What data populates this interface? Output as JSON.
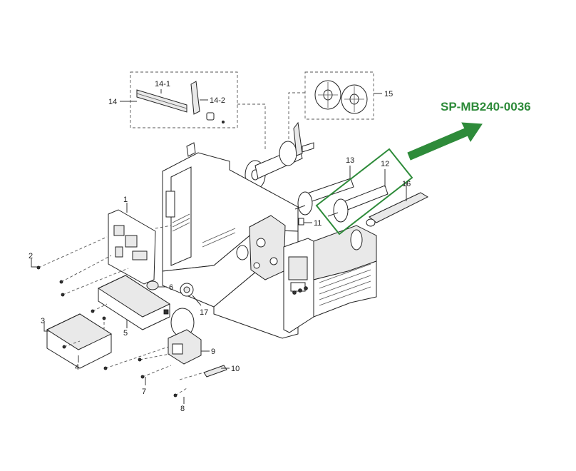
{
  "part_number": "SP-MB240-0036",
  "highlight_color": "#2e8b3a",
  "callouts": {
    "c1": "1",
    "c2": "2",
    "c3": "3",
    "c4": "4",
    "c5": "5",
    "c6": "6",
    "c7": "7",
    "c8": "8",
    "c9": "9",
    "c10": "10",
    "c11": "11",
    "c12": "12",
    "c13": "13",
    "c14": "14",
    "c14_1": "14-1",
    "c14_2": "14-2",
    "c15": "15",
    "c16": "16",
    "c17": "17"
  }
}
